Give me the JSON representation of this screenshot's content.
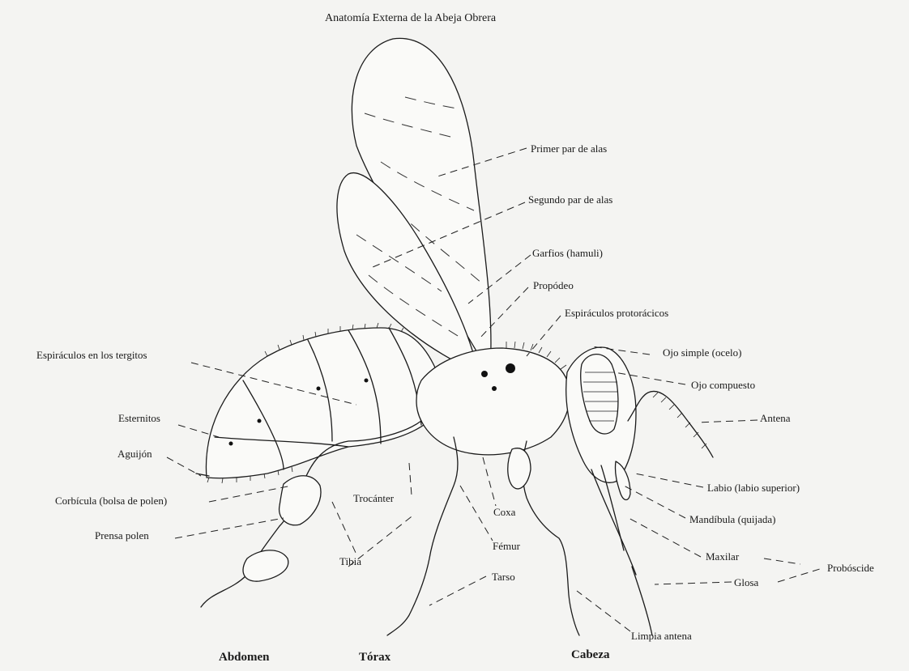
{
  "title": "Anatomía Externa de la Abeja Obrera",
  "labels": {
    "primer_par_alas": "Primer par de alas",
    "segundo_par_alas": "Segundo par de alas",
    "garfios": "Garfios (hamuli)",
    "propodeo": "Propódeo",
    "espiraculos_protoracicos": "Espiráculos protorácicos",
    "ojo_simple": "Ojo simple (ocelo)",
    "ojo_compuesto": "Ojo compuesto",
    "antena": "Antena",
    "labio": "Labio (labio superior)",
    "mandibula": "Mandíbula (quijada)",
    "maxilar": "Maxilar",
    "glosa": "Glosa",
    "proboscide": "Probóscide",
    "limpia_antena": "Limpia antena",
    "espiraculos_tergitos": "Espiráculos en los tergitos",
    "esternitos": "Esternitos",
    "aguijon": "Aguijón",
    "corbicula": "Corbícula (bolsa de polen)",
    "prensa_polen": "Prensa polen",
    "trocanter": "Trocánter",
    "coxa": "Coxa",
    "femur": "Fémur",
    "tarso": "Tarso",
    "tibia": "Tibia"
  },
  "regions": {
    "abdomen": "Abdomen",
    "torax": "Tórax",
    "cabeza": "Cabeza"
  }
}
